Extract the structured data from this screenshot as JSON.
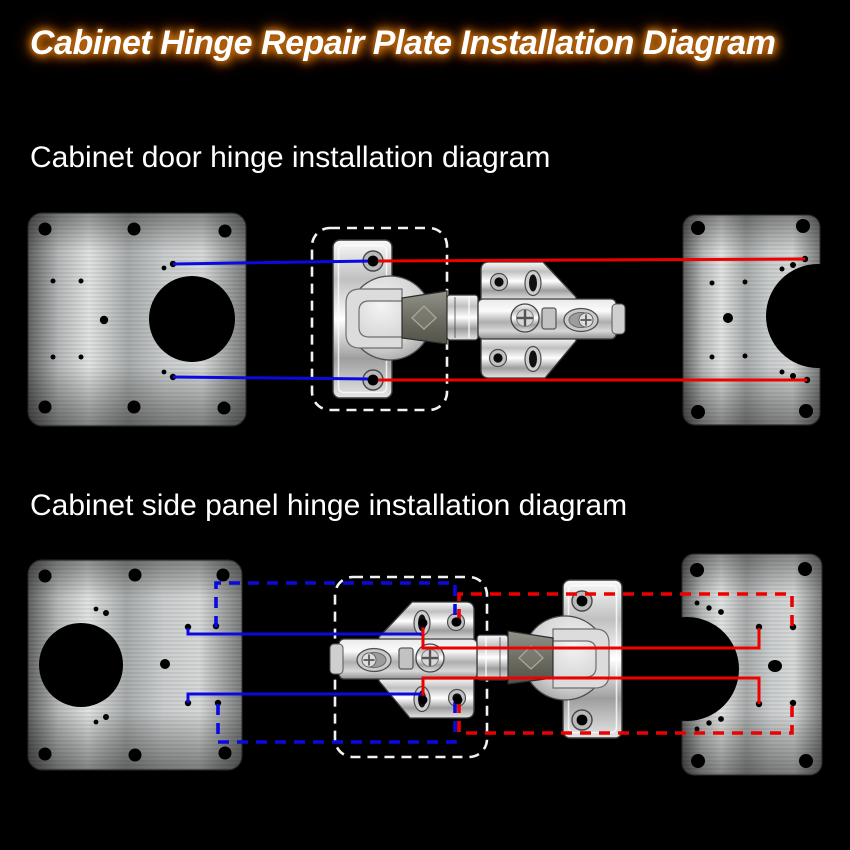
{
  "title": {
    "text": "Cabinet Hinge Repair Plate Installation Diagram"
  },
  "sections": [
    {
      "id": "door",
      "heading": "Cabinet door hinge installation diagram",
      "parts": {
        "left": "square-hinge-repair-plate",
        "center": "concealed-cabinet-hinge-cup-side",
        "right": "notched-hinge-repair-plate"
      },
      "connection_lines": {
        "door_side": "solid-blue",
        "cabinet_side": "solid-red"
      },
      "highlight": "white-dashed-rounded-outline-around-hinge-cup-plate"
    },
    {
      "id": "side-panel",
      "heading": "Cabinet side panel hinge installation diagram",
      "parts": {
        "left": "square-hinge-repair-plate",
        "center": "concealed-cabinet-hinge-arm-side",
        "right": "notched-hinge-repair-plate"
      },
      "connection_lines": {
        "panel_side": "solid-and-dashed-blue",
        "cabinet_side": "solid-and-dashed-red"
      },
      "highlight": "white-dashed-rounded-outline-around-hinge-mounting-plate"
    }
  ],
  "colors": {
    "background": "#000000",
    "title_text": "#ffffff",
    "title_glow": "#c06a10",
    "heading_text": "#ffffff",
    "blue_line": "#0a0ae0",
    "red_line": "#ec0000",
    "dashed_outline": "#f2f2f2",
    "plate_steel_light": "#dfe1e1",
    "plate_steel_dark": "#636363",
    "hole": "#000000"
  }
}
